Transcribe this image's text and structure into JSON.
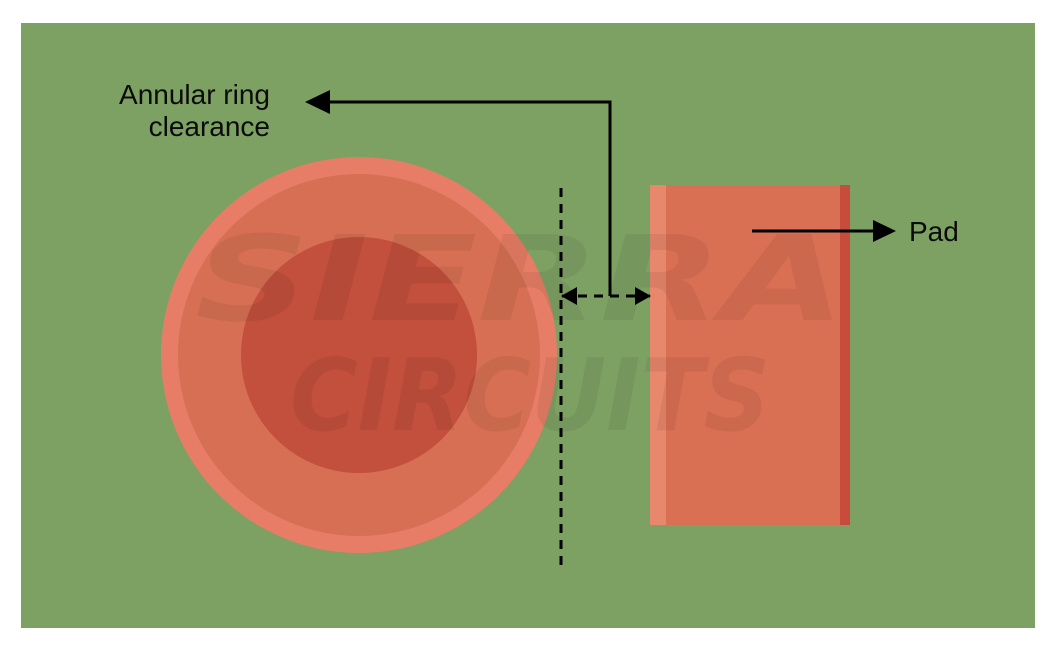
{
  "diagram": {
    "labels": {
      "annular_ring_clearance_line1": "Annular ring",
      "annular_ring_clearance_line2": "clearance",
      "pad": "Pad"
    },
    "watermark": {
      "line1": "SIERRA",
      "line2": "CIRCUITS"
    },
    "colors": {
      "board": "#7da063",
      "ring_outer": "#e77d66",
      "ring_inner": "#d66f53",
      "hole": "#c34f3d",
      "pad": "#d96f53",
      "pad_highlight": "#e7876c",
      "pad_edge": "#c84c3b",
      "arrow": "#000000"
    }
  }
}
